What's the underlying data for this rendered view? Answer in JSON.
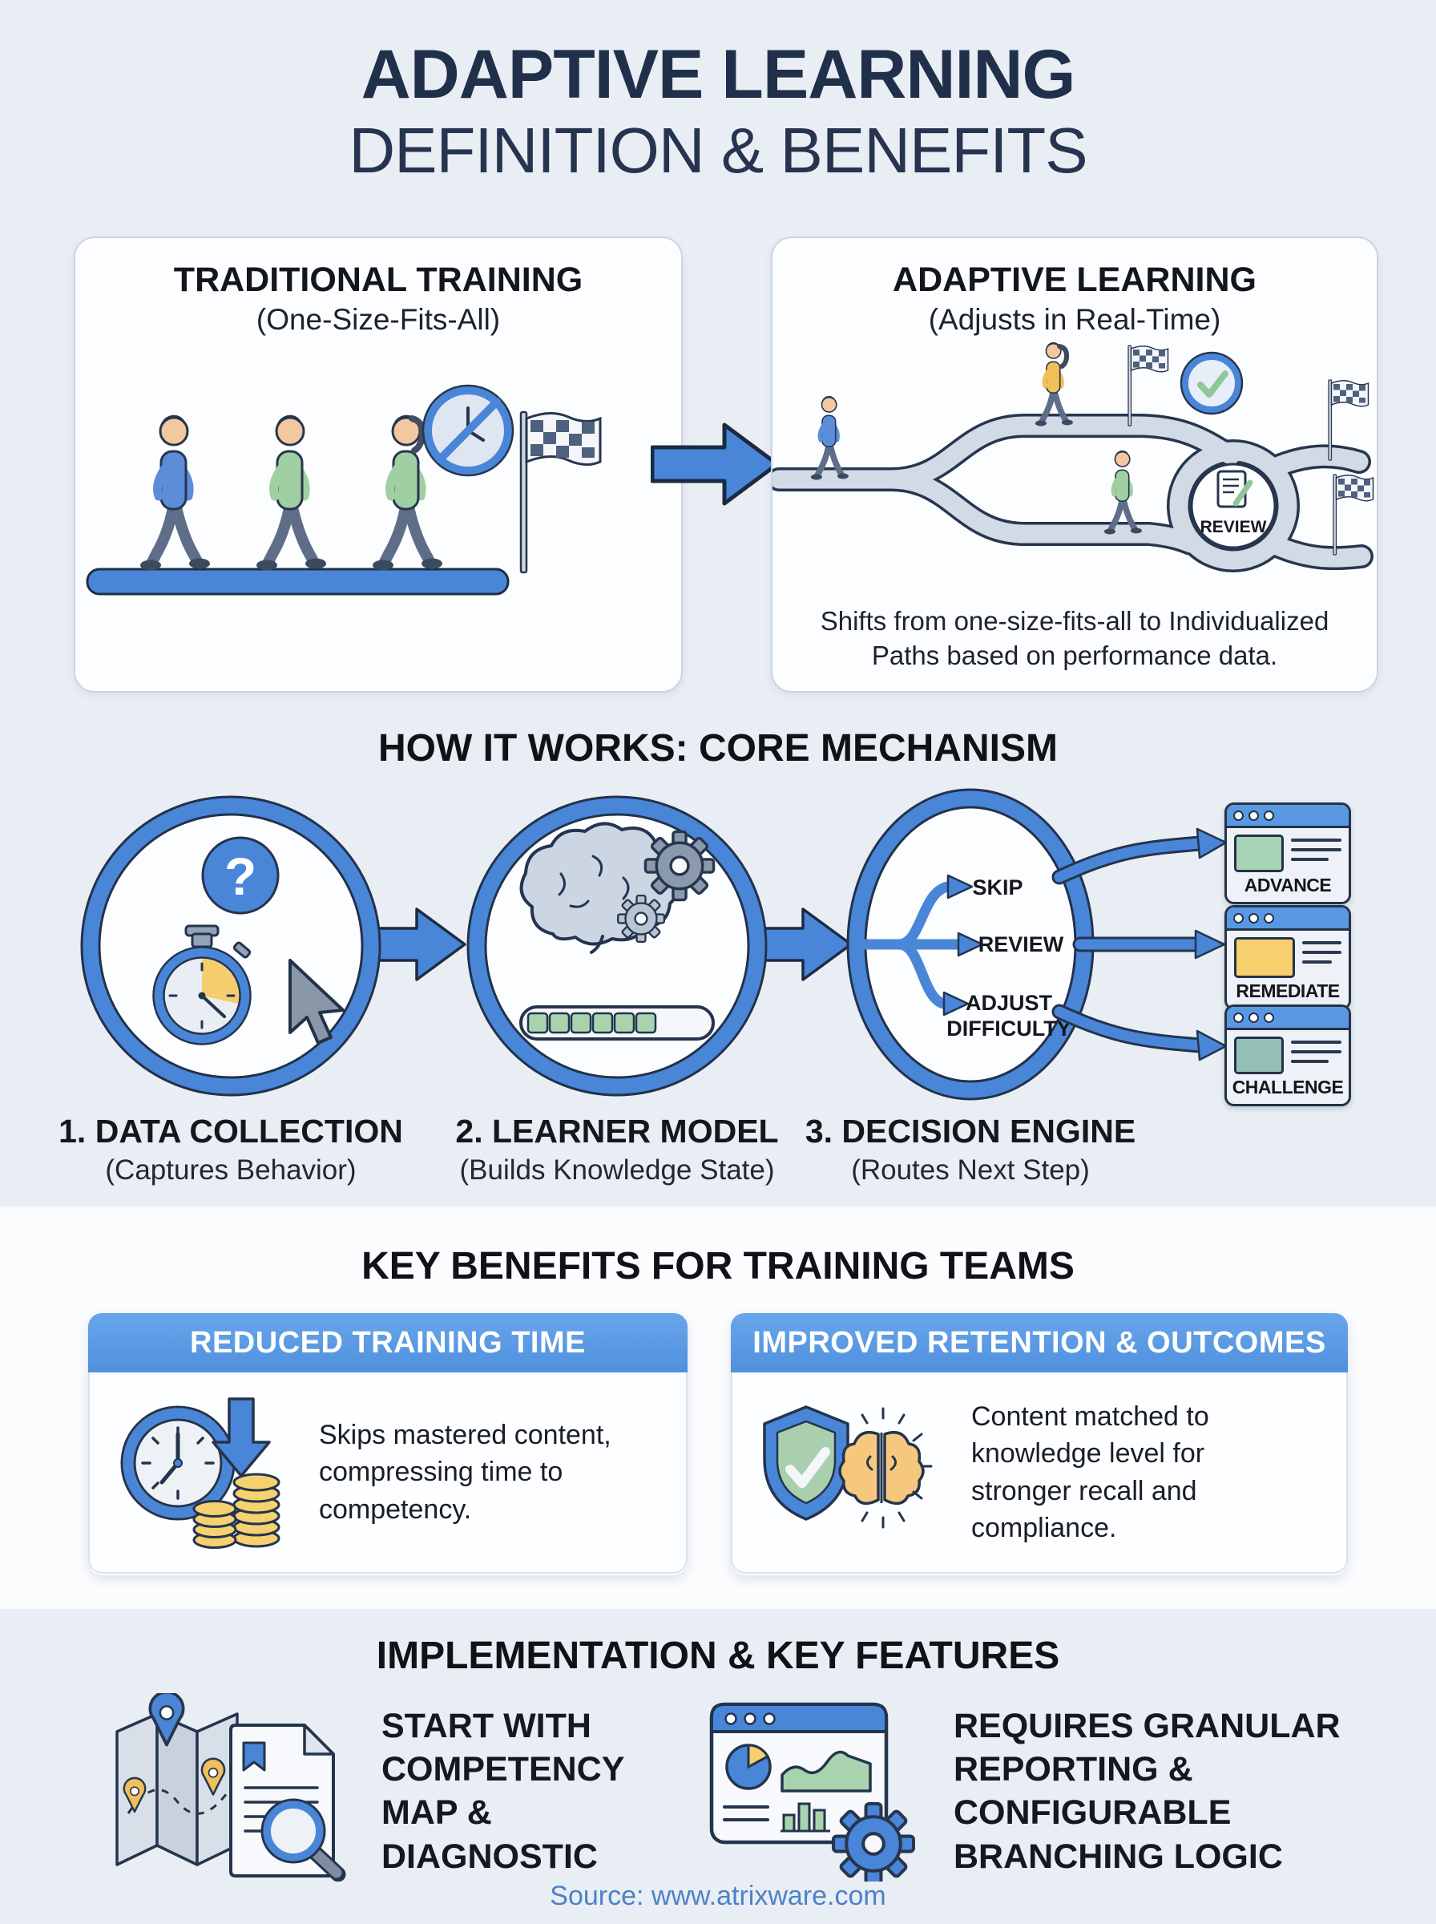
{
  "page": {
    "title_line1": "ADAPTIVE LEARNING",
    "title_line2": "DEFINITION & BENEFITS",
    "source": "Source: www.atrixware.com"
  },
  "comparison": {
    "traditional": {
      "title": "TRADITIONAL TRAINING",
      "subtitle": "(One-Size-Fits-All)"
    },
    "adaptive": {
      "title": "ADAPTIVE LEARNING",
      "subtitle": "(Adjusts in Real-Time)",
      "review_label": "REVIEW",
      "caption": "Shifts from one-size-fits-all to Individualized Paths based on performance data."
    }
  },
  "mechanism": {
    "title": "HOW IT WORKS: CORE MECHANISM",
    "question_mark": "?",
    "steps": [
      {
        "label": "1. DATA COLLECTION",
        "sublabel": "(Captures Behavior)"
      },
      {
        "label": "2. LEARNER MODEL",
        "sublabel": "(Builds Knowledge State)"
      },
      {
        "label": "3. DECISION ENGINE",
        "sublabel": "(Routes Next Step)"
      }
    ],
    "branches": {
      "skip": "SKIP",
      "review": "REVIEW",
      "adjust_line1": "ADJUST",
      "adjust_line2": "DIFFICULTY"
    },
    "outputs": [
      {
        "label": "ADVANCE",
        "thumb_color": "#a6d4b4"
      },
      {
        "label": "REMEDIATE",
        "thumb_color": "#f7cf6e"
      },
      {
        "label": "CHALLENGE",
        "thumb_color": "#93bfb7"
      }
    ]
  },
  "benefits": {
    "title": "KEY BENEFITS FOR TRAINING TEAMS",
    "cards": [
      {
        "header": "REDUCED TRAINING TIME",
        "body": "Skips mastered content, compressing time to competency."
      },
      {
        "header": "IMPROVED RETENTION & OUTCOMES",
        "body": "Content matched to knowledge level for stronger recall and compliance."
      }
    ]
  },
  "implementation": {
    "title": "IMPLEMENTATION & KEY FEATURES",
    "items": [
      {
        "text": "START WITH COMPETENCY MAP & DIAGNOSTIC"
      },
      {
        "text": "REQUIRES GRANULAR REPORTING & CONFIGURABLE BRANCHING LOGIC"
      }
    ]
  },
  "colors": {
    "background": "#e9edf4",
    "benefits_band": "#fbfcfe",
    "panel_bg": "#fcfdff",
    "accent_blue": "#4a86d8",
    "header_blue": "#5a98e2",
    "navy_outline": "#24344d",
    "path_gray": "#d2dae5",
    "green": "#a6d4b4",
    "yellow": "#f7cf6e",
    "teal": "#93bfb7",
    "coin_yellow": "#f6d16f",
    "footer_blue": "#4c82c6"
  },
  "icons": {
    "no-time-clock-icon": "crossed-out clock",
    "checkered-flag-icon": "checkered race flag",
    "check-clock-icon": "clock with green checkmark",
    "review-note-icon": "document with pencil",
    "question-badge-icon": "?",
    "stopwatch-icon": "stopwatch",
    "cursor-icon": "mouse pointer",
    "brain-gears-icon": "brain with gears",
    "progress-bar-icon": "segmented progress bar",
    "clock-coins-icon": "clock with down arrow and coin stacks",
    "shield-brain-icon": "shield with check beside brain",
    "map-diagnostic-icon": "folded map with pins and document with magnifier",
    "reporting-gear-icon": "analytics dashboard window with gear"
  }
}
